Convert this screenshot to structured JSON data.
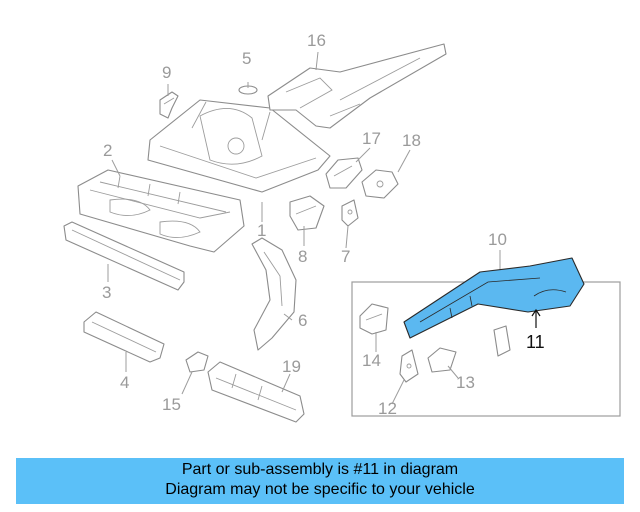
{
  "diagram": {
    "callouts": [
      "1",
      "2",
      "3",
      "4",
      "5",
      "6",
      "7",
      "8",
      "9",
      "10",
      "11",
      "12",
      "13",
      "14",
      "15",
      "16",
      "17",
      "18",
      "19"
    ],
    "highlighted_callout": "11",
    "highlight_color": "#5bb8f0",
    "part_color": "#8c8c8c",
    "label_color": "#9a9a9a"
  },
  "caption": {
    "line1": "Part or sub-assembly is #11 in diagram",
    "line2": "Diagram may not be specific to your vehicle",
    "background": "#5bc0f8"
  }
}
